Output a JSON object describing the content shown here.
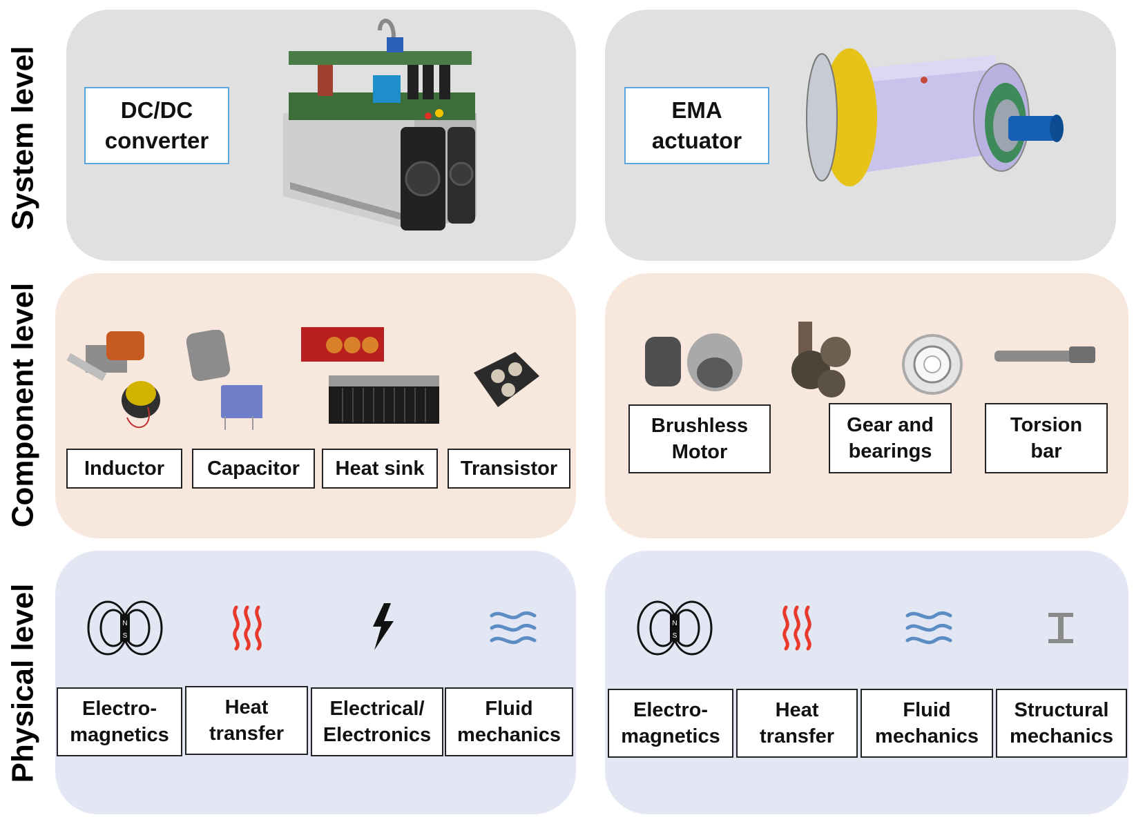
{
  "rows": {
    "system": "System level",
    "component": "Component level",
    "physical": "Physical level"
  },
  "left": {
    "system_label": "DC/DC\nconverter",
    "components": [
      "Inductor",
      "Capacitor",
      "Heat sink",
      "Transistor"
    ],
    "physics": [
      "Electro-\nmagnetics",
      "Heat\ntransfer",
      "Electrical/\nElectronics",
      "Fluid\nmechanics"
    ]
  },
  "right": {
    "system_label": "EMA\nactuator",
    "components": [
      "Brushless\nMotor",
      "Gear and\nbearings",
      "Torsion\nbar"
    ],
    "physics": [
      "Electro-\nmagnetics",
      "Heat\ntransfer",
      "Fluid\nmechanics",
      "Structural\nmechanics"
    ]
  },
  "icons": {
    "electromagnetics": "magnet-field-icon",
    "heat": "heat-waves-icon",
    "electrical": "lightning-icon",
    "fluid": "fluid-waves-icon",
    "structural": "i-beam-icon"
  },
  "colors": {
    "system_panel": "#e0e0e0",
    "component_panel": "#f8e7dc",
    "physical_panel": "#e3e7f3",
    "label_border_blue": "#5aa6dc",
    "heat_red": "#e8392a",
    "fluid_blue": "#5b8dc4",
    "structural_gray": "#8a8a8a"
  }
}
